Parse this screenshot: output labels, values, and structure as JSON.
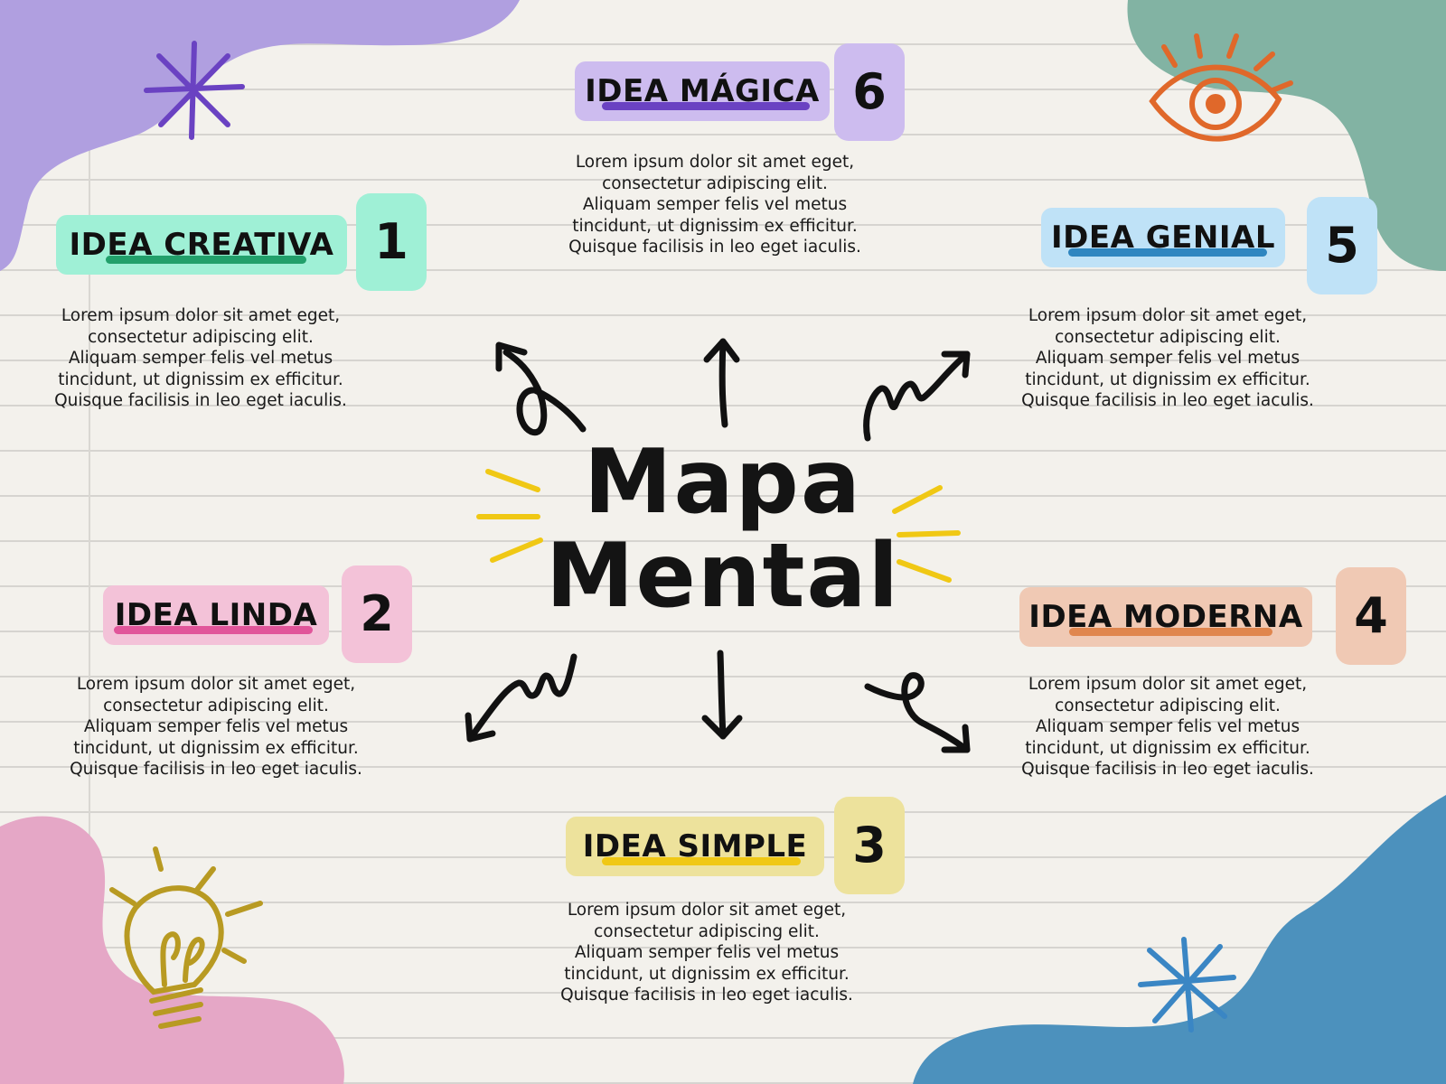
{
  "title": {
    "line1": "Mapa",
    "line2": "Mental"
  },
  "ideas": [
    {
      "number": "1",
      "label": "IDEA CREATIVA",
      "text": "Lorem ipsum dolor sit amet eget, consectetur adipiscing elit. Aliquam semper felis vel metus tincidunt, ut dignissim ex efficitur. Quisque facilisis in leo eget iaculis.",
      "color": "#9ff0d6",
      "accent": "#22a06b"
    },
    {
      "number": "2",
      "label": "IDEA LINDA",
      "text": "Lorem ipsum dolor sit amet eget, consectetur adipiscing elit. Aliquam semper felis vel metus tincidunt, ut dignissim ex efficitur. Quisque facilisis in leo eget iaculis.",
      "color": "#f3c2d8",
      "accent": "#e1559a"
    },
    {
      "number": "3",
      "label": "IDEA SIMPLE",
      "text": "Lorem ipsum dolor sit amet eget, consectetur adipiscing elit. Aliquam semper felis vel metus tincidunt, ut dignissim ex efficitur. Quisque facilisis in leo eget iaculis.",
      "color": "#ede29c",
      "accent": "#f0c814"
    },
    {
      "number": "4",
      "label": "IDEA MODERNA",
      "text": "Lorem ipsum dolor sit amet eget, consectetur adipiscing elit. Aliquam semper felis vel metus tincidunt, ut dignissim ex efficitur. Quisque facilisis in leo eget iaculis.",
      "color": "#f0c9b4",
      "accent": "#e0864e"
    },
    {
      "number": "5",
      "label": "IDEA GENIAL",
      "text": "Lorem ipsum dolor sit amet eget, consectetur adipiscing elit. Aliquam semper felis vel metus tincidunt, ut dignissim ex efficitur. Quisque facilisis in leo eget iaculis.",
      "color": "#bfe2f7",
      "accent": "#2f86c0"
    },
    {
      "number": "6",
      "label": "IDEA MÁGICA",
      "text": "Lorem ipsum dolor sit amet eget, consectetur adipiscing elit. Aliquam semper felis vel metus tincidunt, ut dignissim ex efficitur. Quisque facilisis in leo eget iaculis.",
      "color": "#cdbcef",
      "accent": "#6a42c2"
    }
  ],
  "decorations": {
    "blob_purple": "#b09fe0",
    "blob_green": "#82b3a3",
    "blob_pink": "#e5a7c6",
    "blob_blue": "#4c91bd",
    "spark_color": "#f0c814",
    "icons": [
      "star-burst-icon",
      "eye-icon",
      "lightbulb-icon",
      "asterisk-icon"
    ]
  }
}
